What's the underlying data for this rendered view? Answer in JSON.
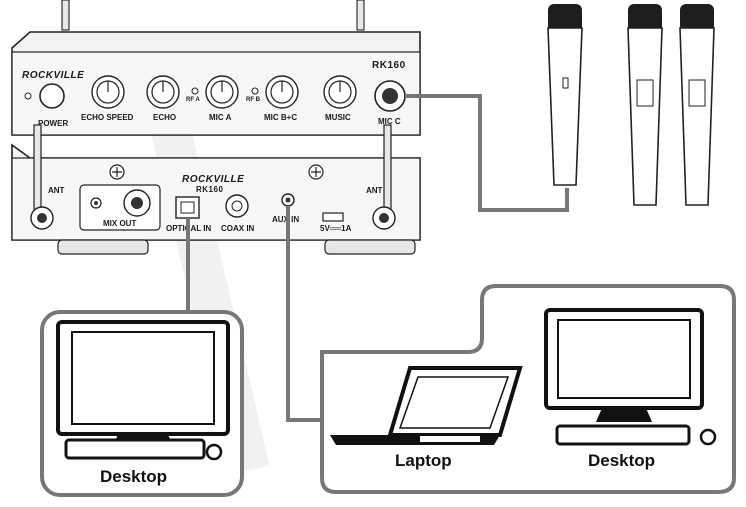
{
  "top_unit": {
    "brand": "ROCKVILLE",
    "model": "RK160",
    "controls": {
      "power": "POWER",
      "echo_speed": "ECHO SPEED",
      "echo": "ECHO",
      "mic_a": "MIC A",
      "rf_a": "RF A",
      "rf_b": "RF B",
      "mic_bc": "MIC B+C",
      "music": "MUSIC",
      "mic_c": "MIC C"
    }
  },
  "bottom_unit": {
    "brand": "ROCKVILLE",
    "model": "RK160",
    "ant_left": "ANT",
    "ant_right": "ANT",
    "mix_out": "MIX OUT",
    "optical_in": "OPTICAL IN",
    "coax_in": "COAX IN",
    "aux_in": "AUX IN",
    "usb": "5V══1A"
  },
  "devices": {
    "left_desktop": "Desktop",
    "laptop": "Laptop",
    "right_desktop": "Desktop"
  }
}
